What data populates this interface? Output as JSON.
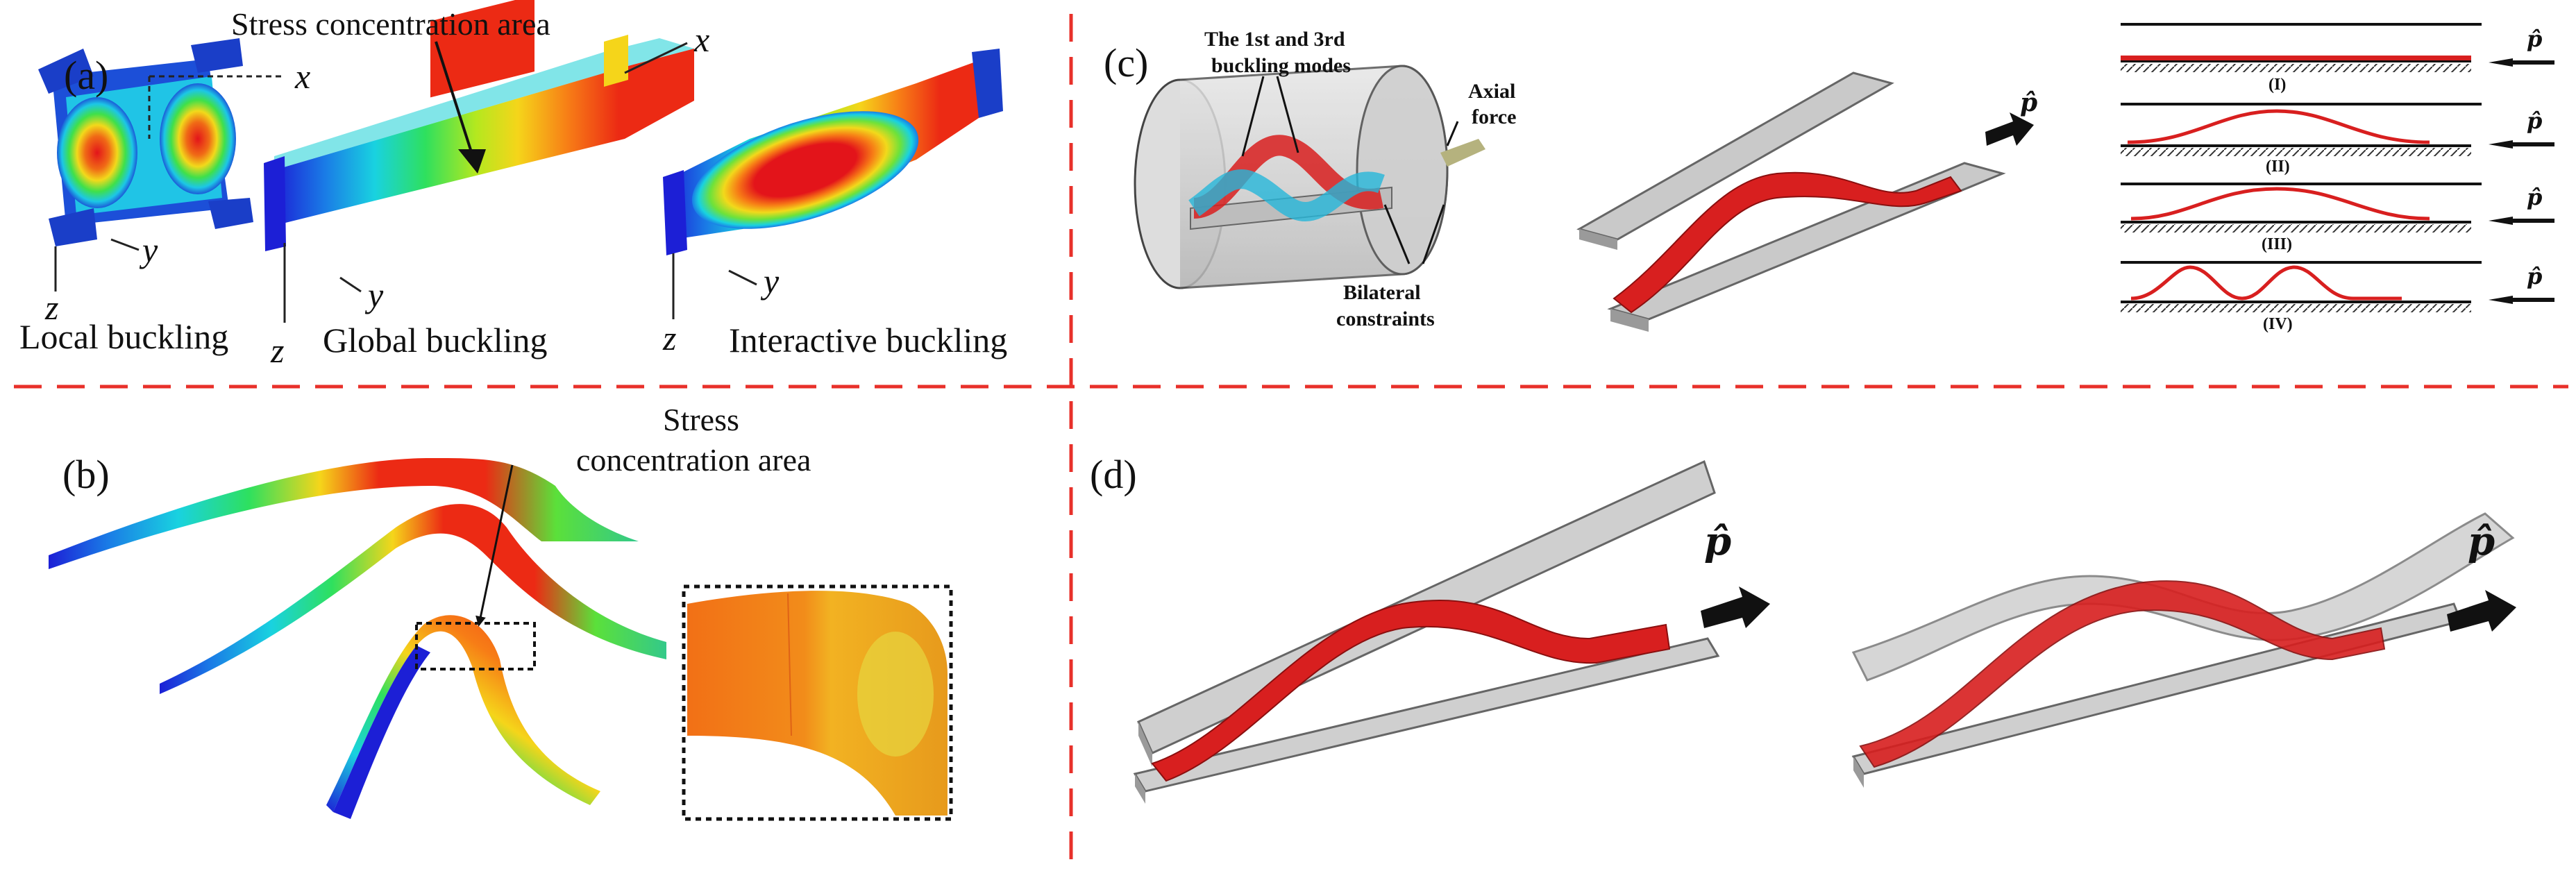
{
  "panels": {
    "a": {
      "tag": "(a)",
      "stress_label": "Stress concentration area",
      "captions": [
        "Local buckling",
        "Global buckling",
        "Interactive buckling"
      ],
      "axes": {
        "x": "x",
        "y": "y",
        "z": "z"
      }
    },
    "b": {
      "tag": "(b)",
      "stress_label_line1": "Stress",
      "stress_label_line2": "concentration area"
    },
    "c": {
      "tag": "(c)",
      "modes_label_line1": "The 1st and 3rd",
      "modes_label_line2": "buckling modes",
      "axial_label_line1": "Axial",
      "axial_label_line2": "force",
      "constraints_label_line1": "Bilateral",
      "constraints_label_line2": "constraints",
      "load_symbol": "p̂",
      "stages": [
        "(I)",
        "(II)",
        "(III)",
        "(IV)"
      ]
    },
    "d": {
      "tag": "(d)",
      "load_symbol": "p̂"
    }
  },
  "colors": {
    "divider": "#e8302a",
    "buckled_strip": "#d81f1f",
    "plate": "#b8b8b8",
    "hatch": "#333333"
  }
}
